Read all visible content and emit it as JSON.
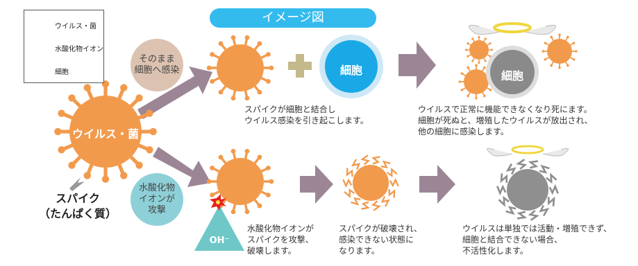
{
  "legend": {
    "items": [
      {
        "label": "ウイルス・菌",
        "icon": "virus-icon"
      },
      {
        "label": "水酸化物イオン",
        "icon": "hydroxide-ion-icon"
      },
      {
        "label": "細胞",
        "icon": "cell-icon"
      }
    ]
  },
  "title": "イメージ図",
  "center_virus_label": "ウイルス・菌",
  "spike_label": "スパイク\n（たんぱく質）",
  "top_branch": {
    "bubble": "そのまま\n細胞へ感染",
    "cell_label": "細胞",
    "dead_cell_label": "細胞",
    "desc1": "スパイクが細胞と結合し\nウイルス感染を引き起こします。",
    "desc2": "ウイルスで正常に機能できなくなり死にます。\n細胞が死ぬと、増殖したウイルスが放出され、\n他の細胞に感染します。"
  },
  "bottom_branch": {
    "bubble": "水酸化物\nイオンが\n攻撃",
    "ion_label": "OH⁻",
    "desc1": "水酸化物イオンが\nスパイクを攻撃、\n破壊します。",
    "desc2": "スパイクが破壊され、\n感染できない状態に\nなります。",
    "desc3": "ウイルスは単独では活動・増殖できず、\n細胞と結合できない場合、\n不活性化します。"
  },
  "colors": {
    "virus": "#f29a4c",
    "cell": "#1aa9e6",
    "cell_ring": "#cfe8f6",
    "dead_cell": "#8a8a8a",
    "arrow": "#9c8696",
    "plus": "#c4b98a",
    "title": "#33bbee",
    "bubble_top": "#dcc2b0",
    "bubble_bottom": "#8ed0d8",
    "ion": "#6fc7c8",
    "halo": "#f0d640",
    "wing": "#cccccc",
    "inactive_virus": "#8f8f8f"
  }
}
